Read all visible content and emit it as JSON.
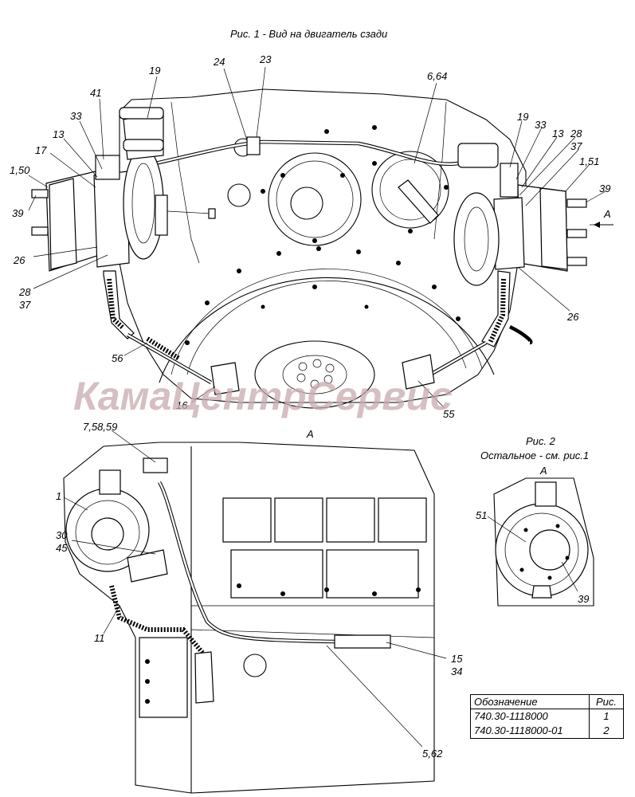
{
  "figure1": {
    "caption": "Рис. 1  - Вид на двигатель сзади"
  },
  "figure2": {
    "caption": "Рис. 2",
    "note": "Остальное - см. рис.1",
    "view": "А"
  },
  "view_a": {
    "label": "А"
  },
  "arrow_a": {
    "label": "А"
  },
  "watermark": "КамаЦентрСервис",
  "callouts": {
    "c24": "24",
    "c23": "23",
    "c19a": "19",
    "c41": "41",
    "c33a": "33",
    "c13a": "13",
    "c17": "17",
    "c150": "1,50",
    "c39a": "39",
    "c26a": "26",
    "c28a": "28",
    "c37a": "37",
    "c56": "56",
    "c16": "16",
    "c664": "6,64",
    "c19b": "19",
    "c33b": "33",
    "c13b": "13",
    "c28b": "28",
    "c37b": "37",
    "c151": "1,51",
    "c39b": "39",
    "c26b": "26",
    "c55": "55",
    "c75859": "7,58,59",
    "c1": "1",
    "c30": "30",
    "c45": "45",
    "c11": "11",
    "c15": "15",
    "c34": "34",
    "c562": "5,62",
    "c51": "51",
    "c39c": "39"
  },
  "table": {
    "headers": [
      "Обозначение",
      "Рис."
    ],
    "rows": [
      [
        "740.30-1118000",
        "1"
      ],
      [
        "740.30-1118000-01",
        "2"
      ]
    ]
  }
}
